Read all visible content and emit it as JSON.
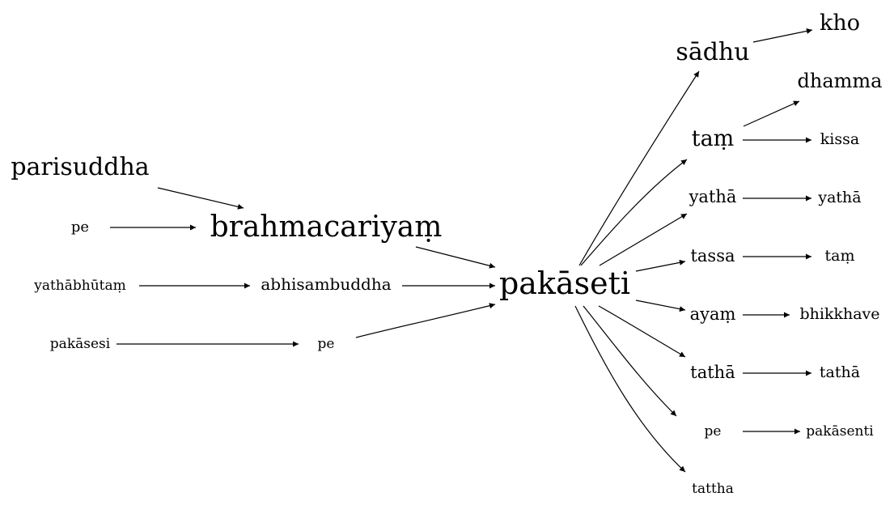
{
  "colors": {
    "background": "#ffffff",
    "ink": "#000000"
  },
  "nodes": {
    "parisuddha": "parisuddha",
    "pe_left": "pe",
    "yathabhutam": "yathābhūtaṃ",
    "pakasesi": "pakāsesi",
    "brahmacariyam": "brahmacariyaṃ",
    "abhisambuddha": "abhisambuddha",
    "pe_middle": "pe",
    "pakaseti": "pakāseti",
    "sadhu": "sādhu",
    "tam": "taṃ",
    "yatha": "yathā",
    "tassa": "tassa",
    "ayam": "ayaṃ",
    "tatha": "tathā",
    "pe_right": "pe",
    "tattha": "tattha",
    "kho": "kho",
    "dhamma": "dhamma",
    "kissa": "kissa",
    "yatha_2": "yathā",
    "tam_2": "taṃ",
    "bhikkhave": "bhikkhave",
    "tatha_2": "tathā",
    "pakasenti": "pakāsenti"
  },
  "edges": [
    [
      "parisuddha",
      "brahmacariyam"
    ],
    [
      "pe_left",
      "brahmacariyam"
    ],
    [
      "yathabhutam",
      "abhisambuddha"
    ],
    [
      "pakasesi",
      "pe_middle"
    ],
    [
      "brahmacariyam",
      "pakaseti"
    ],
    [
      "abhisambuddha",
      "pakaseti"
    ],
    [
      "pe_middle",
      "pakaseti"
    ],
    [
      "pakaseti",
      "sadhu"
    ],
    [
      "pakaseti",
      "tam"
    ],
    [
      "pakaseti",
      "yatha"
    ],
    [
      "pakaseti",
      "tassa"
    ],
    [
      "pakaseti",
      "ayam"
    ],
    [
      "pakaseti",
      "tatha"
    ],
    [
      "pakaseti",
      "pe_right"
    ],
    [
      "pakaseti",
      "tattha"
    ],
    [
      "sadhu",
      "kho"
    ],
    [
      "tam",
      "dhamma"
    ],
    [
      "tam",
      "kissa"
    ],
    [
      "yatha",
      "yatha_2"
    ],
    [
      "tassa",
      "tam_2"
    ],
    [
      "ayam",
      "bhikkhave"
    ],
    [
      "tatha",
      "tatha_2"
    ],
    [
      "pe_right",
      "pakasenti"
    ]
  ]
}
